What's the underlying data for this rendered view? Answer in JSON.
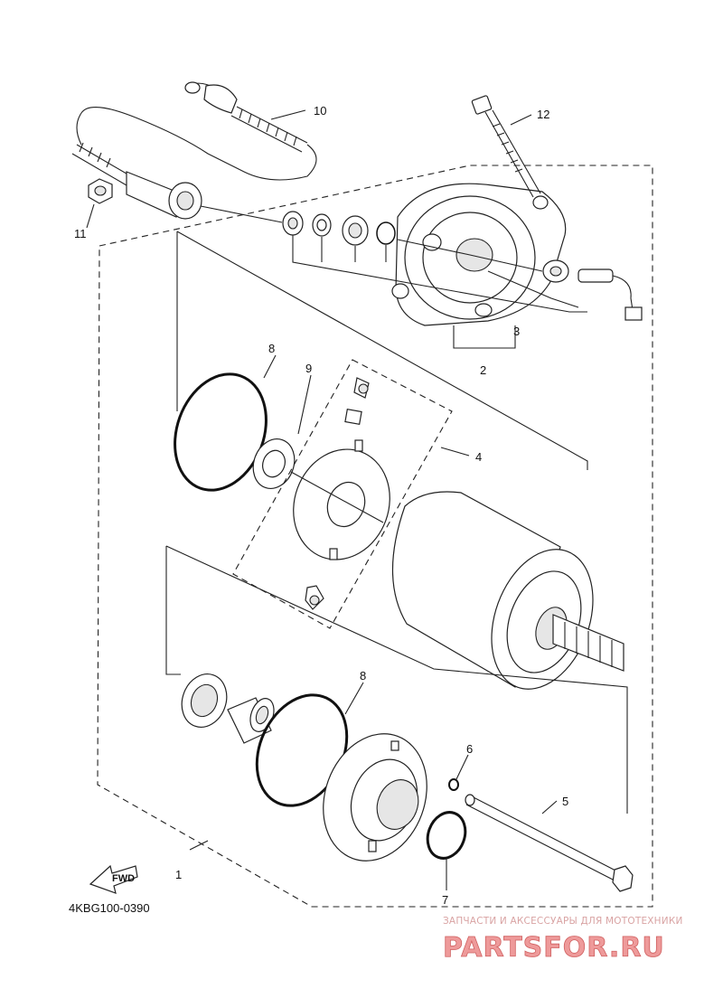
{
  "diagram": {
    "part_code": "4KBG100-0390",
    "fwd_label": "FWD",
    "callouts": {
      "c1": "1",
      "c2": "2",
      "c3": "3",
      "c4": "4",
      "c5": "5",
      "c6": "6",
      "c7": "7",
      "c8a": "8",
      "c8b": "8",
      "c9": "9",
      "c10": "10",
      "c11": "11",
      "c12": "12"
    }
  },
  "watermark": {
    "tagline": "ЗАПЧАСТИ И АКСЕССУАРЫ ДЛЯ МОТОТЕХНИКИ",
    "logo": "PARTSFOR.RU"
  }
}
